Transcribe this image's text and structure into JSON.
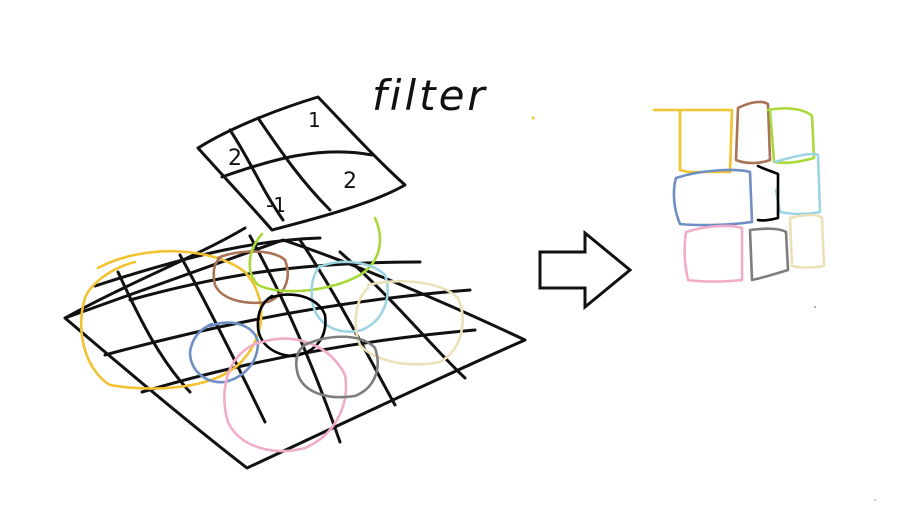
{
  "filter": {
    "title": "filter",
    "cells": [
      "2",
      "1",
      "-1",
      "2"
    ]
  },
  "colors": {
    "ink": "#111111",
    "yellow": "#f2c230",
    "brown": "#a97355",
    "lime": "#a8d93a",
    "sky": "#9dd4e4",
    "black": "#000000",
    "beige": "#ece0b8",
    "blue": "#6f8fc4",
    "pink": "#f0acc8",
    "gray": "#7d7d7d"
  },
  "icons": {
    "arrow": "right-arrow-icon"
  }
}
